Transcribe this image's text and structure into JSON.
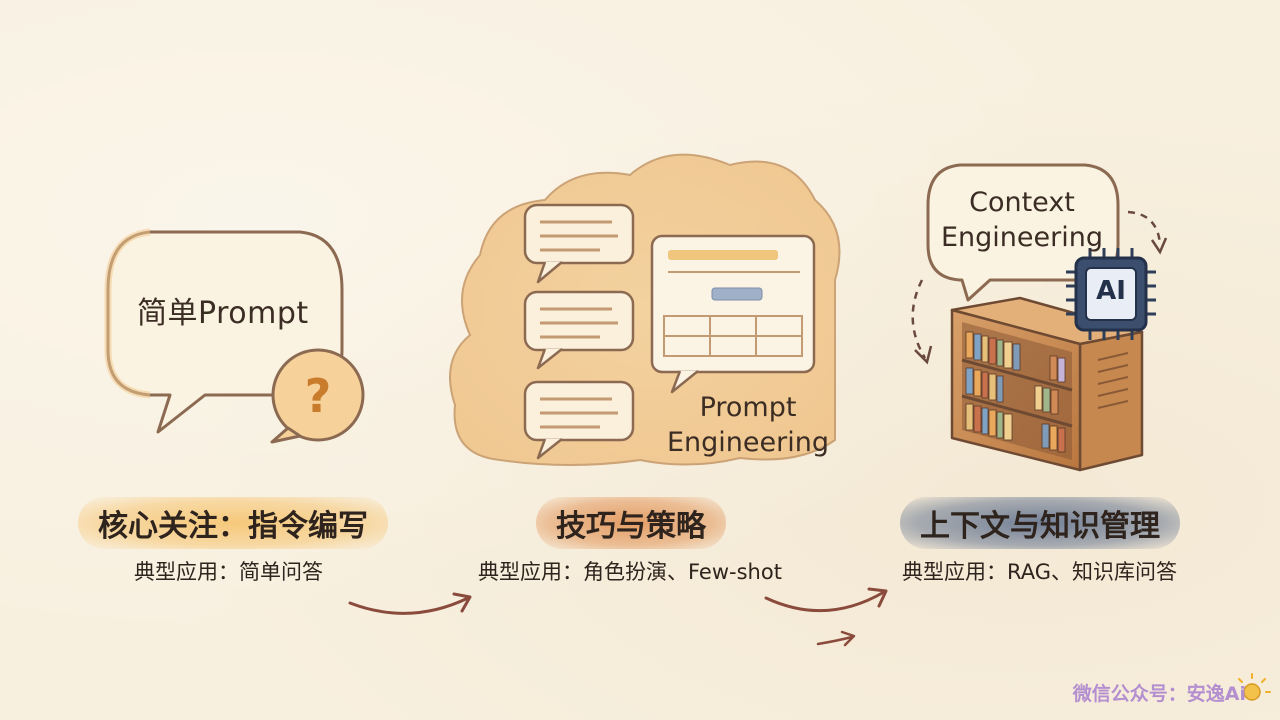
{
  "stage1": {
    "bubble_label": "简单Prompt",
    "icon": "question-mark-icon",
    "heading": "核心关注：指令编写",
    "application": "典型应用：简单问答"
  },
  "stage2": {
    "label_line1": "Prompt",
    "label_line2": "Engineering",
    "heading": "技巧与策略",
    "application": "典型应用：角色扮演、Few-shot"
  },
  "stage3": {
    "label_line1": "Context",
    "label_line2": "Engineering",
    "chip_label": "AI",
    "heading": "上下文与知识管理",
    "application": "典型应用：RAG、知识库问答"
  },
  "branding": {
    "text": "微信公众号：安逸Ai",
    "icon": "sun-icon"
  },
  "colors": {
    "background": "#f8f0df",
    "stage1_highlight": "#f6c470",
    "stage2_highlight": "#e2965a",
    "stage3_highlight": "#5c6e8c",
    "arrow": "#8a4a3c"
  }
}
